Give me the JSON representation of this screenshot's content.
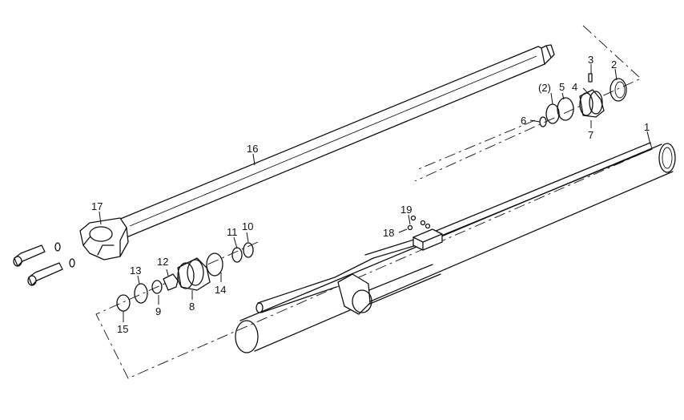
{
  "callouts": [
    {
      "id": "1",
      "label": "1"
    },
    {
      "id": "2",
      "label": "2"
    },
    {
      "id": "2b",
      "label": "(2)"
    },
    {
      "id": "3",
      "label": "3"
    },
    {
      "id": "4",
      "label": "4"
    },
    {
      "id": "5",
      "label": "5"
    },
    {
      "id": "6",
      "label": "6"
    },
    {
      "id": "7",
      "label": "7"
    },
    {
      "id": "8",
      "label": "8"
    },
    {
      "id": "9",
      "label": "9"
    },
    {
      "id": "10",
      "label": "10"
    },
    {
      "id": "11",
      "label": "11"
    },
    {
      "id": "12",
      "label": "12"
    },
    {
      "id": "13",
      "label": "13"
    },
    {
      "id": "14",
      "label": "14"
    },
    {
      "id": "15",
      "label": "15"
    },
    {
      "id": "16",
      "label": "16"
    },
    {
      "id": "17",
      "label": "17"
    },
    {
      "id": "18",
      "label": "18"
    },
    {
      "id": "19",
      "label": "19"
    }
  ]
}
